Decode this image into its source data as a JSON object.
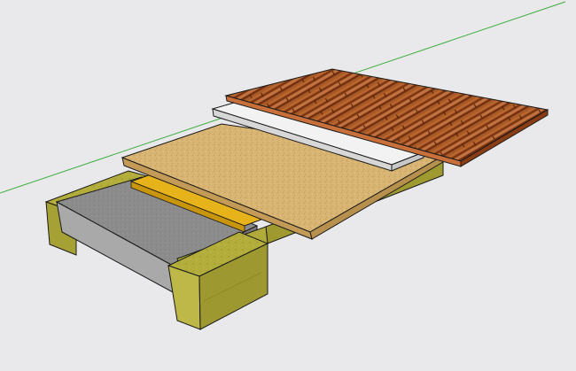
{
  "scene": {
    "colors": {
      "background": "#e9e9ec",
      "axis_green": "#3fae3f",
      "timber_light": "#b6b13e",
      "timber_mid": "#9e9a2f",
      "timber_dark": "#7f7b22",
      "concrete": "#8a8a8a",
      "concrete_side": "#a8a8a8",
      "insulation_yellow": "#e3ad12",
      "chipboard": "#d9b574",
      "chipboard_edge": "#c79c55",
      "underlay_white": "#f0f0f0",
      "parquet_brown": "#9a4a1e",
      "outline": "#1a1a1a"
    },
    "layers": [
      {
        "id": "timber-frame",
        "material": "timber"
      },
      {
        "id": "concrete-slab",
        "material": "concrete"
      },
      {
        "id": "insulation",
        "material": "insulation"
      },
      {
        "id": "chipboard",
        "material": "chipboard"
      },
      {
        "id": "underlay",
        "material": "underlay"
      },
      {
        "id": "parquet",
        "material": "wood-planks"
      }
    ]
  }
}
